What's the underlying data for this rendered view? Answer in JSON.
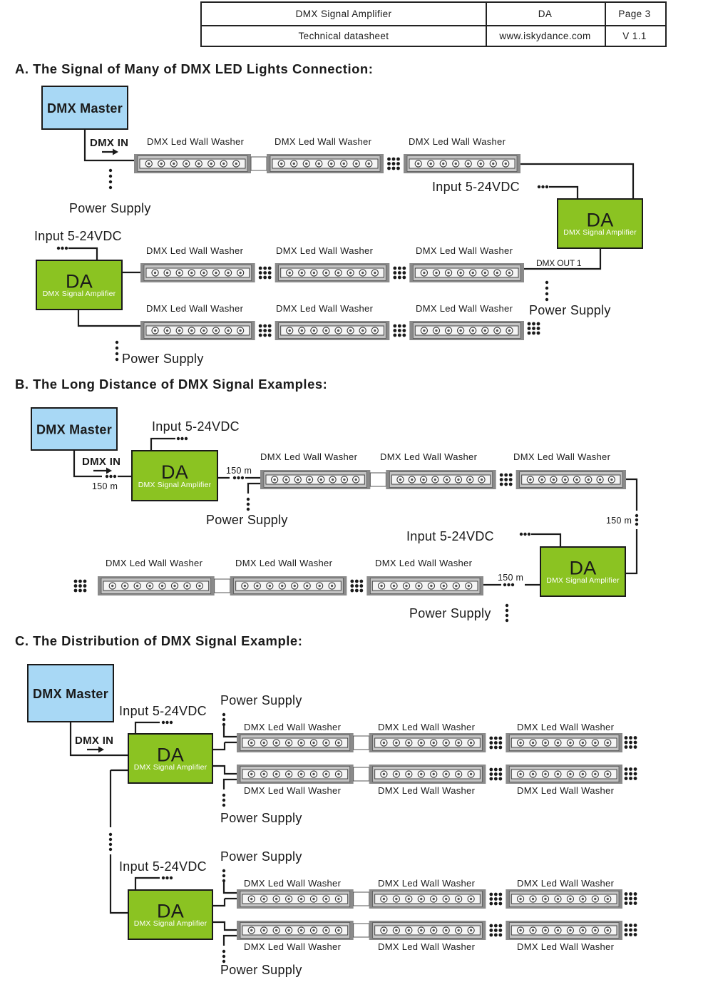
{
  "header": {
    "product": "DMX Signal Amplifier",
    "model": "DA",
    "page": "Page 3",
    "doc_type": "Technical datasheet",
    "website": "www.iskydance.com",
    "version": "V 1.1"
  },
  "sections": {
    "a_title": "A. The Signal of Many of DMX LED Lights Connection:",
    "b_title": "B. The Long Distance of DMX Signal Examples:",
    "c_title": "C. The Distribution of DMX Signal Example:"
  },
  "labels": {
    "dmx_master": "DMX Master",
    "dmx_in": "DMX IN",
    "da": "DA",
    "da_sub": "DMX Signal Amplifier",
    "wall_washer": "DMX Led Wall Washer",
    "power_supply": "Power Supply",
    "input_voltage": "Input 5-24VDC",
    "dmx_out_1": "DMX OUT 1",
    "distance_150": "150 m"
  },
  "colors": {
    "master_fill": "#a8d8f5",
    "amplifier_fill": "#8bc322",
    "washer_body": "#c4c4c4",
    "washer_end": "#8a8a8a",
    "line": "#1a1a1a"
  }
}
